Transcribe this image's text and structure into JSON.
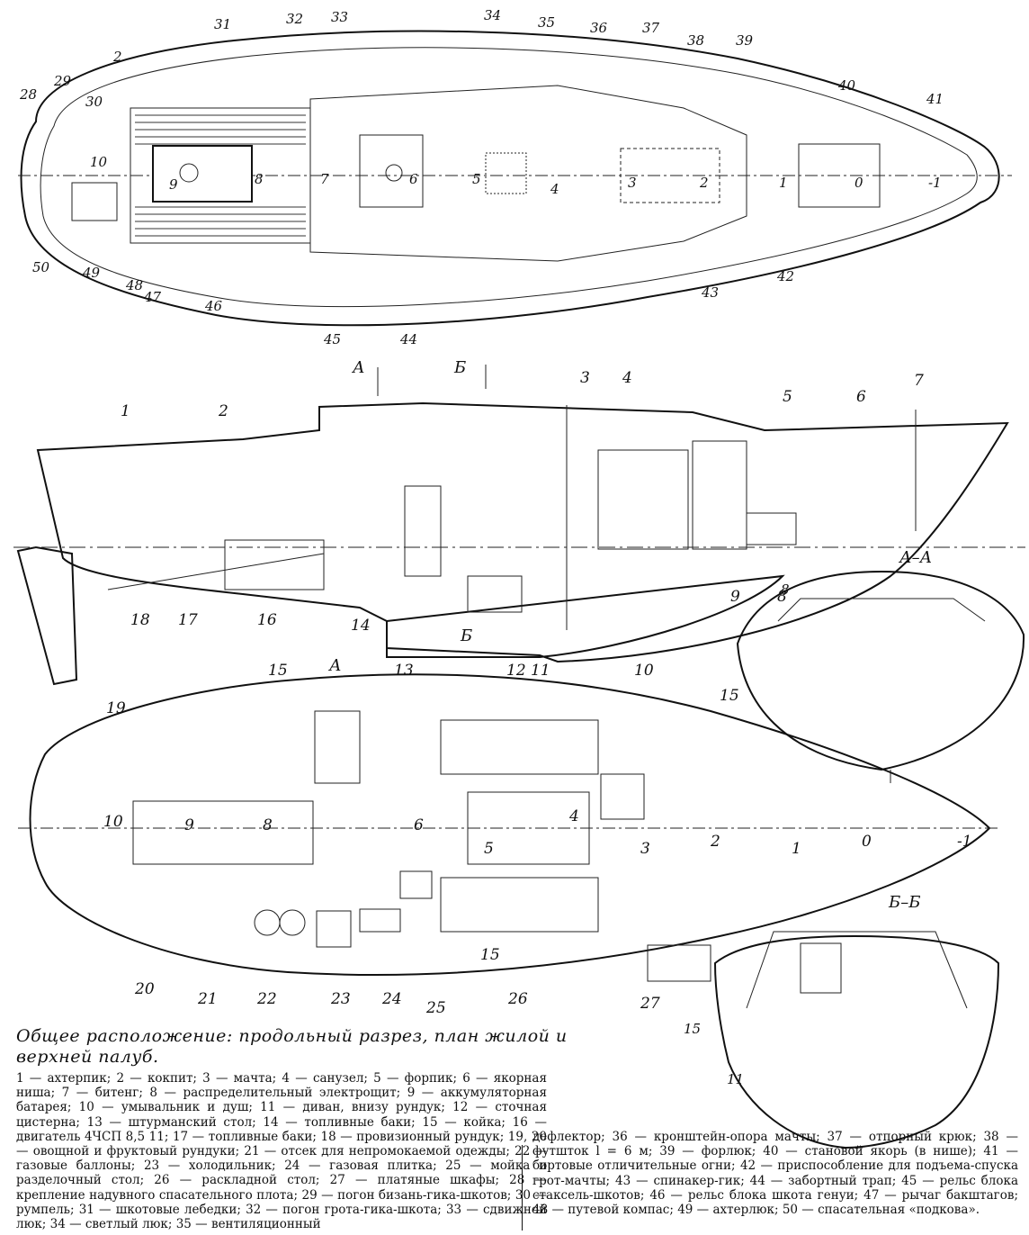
{
  "caption": "Общее расположение: продольный разрез, план жилой и верхней палуб.",
  "legend_left": "1 — ахтерпик; 2 — кокпит; 3 — мачта; 4 — санузел; 5 — форпик; 6 — якорная ниша; 7 — битенг; 8 — распределительный электрощит; 9 — аккумуляторная батарея; 10 — умывальник и душ; 11 — диван, внизу рундук; 12 — сточная цистерна; 13 — штурманский стол; 14 — топливные баки; 15 — койка; 16 — двигатель 4ЧСП 8,5 11; 17 — топливные баки; 18 — провизионный рундук; 19, 20 — овощной и фруктовый рундуки; 21 — отсек для непромокаемой одежды; 22 — газовые баллоны; 23 — холодильник; 24 — газовая плитка; 25 — мойка и разделочный стол; 26 — раскладной стол; 27 — платяные шкафы; 28 — крепление надувного спасательного плота; 29 — погон бизань-гика-шкотов; 30 — румпель; 31 — шкотовые лебедки; 32 — погон грота-гика-шкота; 33 — сдвижной люк; 34 — светлый люк; 35 — вентиляционный",
  "legend_right": "дефлектор; 36 — кронштейн-опора мачты; 37 — отпорный крюк; 38 — футшток l = 6 м; 39 — форлюк; 40 — становой якорь (в нише); 41 — бортовые отличительные огни; 42 — приспособление для подъема-спуска грот-мачты; 43 — спинакер-гик; 44 — забортный трап; 45 — рельс блока стаксель-шкотов; 46 — рельс блока шкота генуи; 47 — рычаг бакштагов; 48 — путевой компас; 49 — ахтерлюк; 50 — спасательная «подкова».",
  "section_labels": {
    "a_a": "А–А",
    "b_b": "Б–Б",
    "cut_a": "А",
    "cut_b": "Б"
  },
  "deck_labels": [
    "2",
    "28",
    "29",
    "30",
    "31",
    "32",
    "33",
    "34",
    "35",
    "36",
    "37",
    "38",
    "39",
    "40",
    "41",
    "42",
    "43",
    "44",
    "45",
    "46",
    "47",
    "48",
    "49",
    "50",
    "10",
    "9",
    "8",
    "7",
    "6",
    "5",
    "4",
    "3",
    "2",
    "1",
    "0",
    "-1"
  ],
  "profile_labels": [
    "1",
    "2",
    "3",
    "4",
    "5",
    "6",
    "7",
    "8",
    "9",
    "12",
    "14",
    "16",
    "17",
    "18"
  ],
  "plan_labels": [
    "19",
    "15",
    "13",
    "11",
    "10",
    "15",
    "9",
    "8",
    "6",
    "5",
    "4",
    "3",
    "2",
    "1",
    "0",
    "10",
    "20",
    "21",
    "22",
    "23",
    "24",
    "25",
    "26",
    "15",
    "27",
    "-1"
  ],
  "section_bb_labels": [
    "15",
    "11"
  ]
}
